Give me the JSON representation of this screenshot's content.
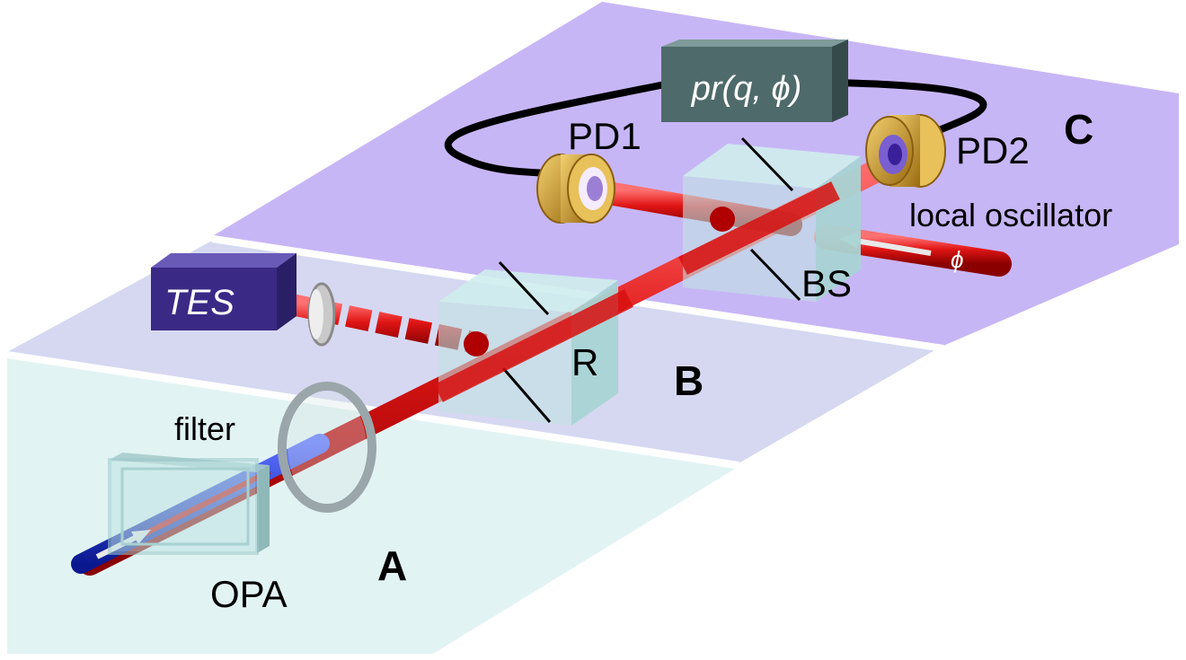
{
  "labels": {
    "section_a": "A",
    "section_b": "B",
    "section_c": "C",
    "opa": "OPA",
    "filter": "filter",
    "tes": "TES",
    "r": "R",
    "bs": "BS",
    "pd1": "PD1",
    "pd2": "PD2",
    "local_oscillator": "local oscillator",
    "phi": "ϕ",
    "processor": "pr(q, ϕ)"
  },
  "colors": {
    "plate_a": "#e3f3f3",
    "plate_b": "#d7d9f0",
    "plate_c": "#c8b8f5",
    "beam_red": "#d81010",
    "beam_blue": "#1a2fd0",
    "cube": "#bfe3e3",
    "tes_box": "#3a2a86",
    "processor_box": "#4f6a6a",
    "detector_gold": "#c9962a"
  }
}
